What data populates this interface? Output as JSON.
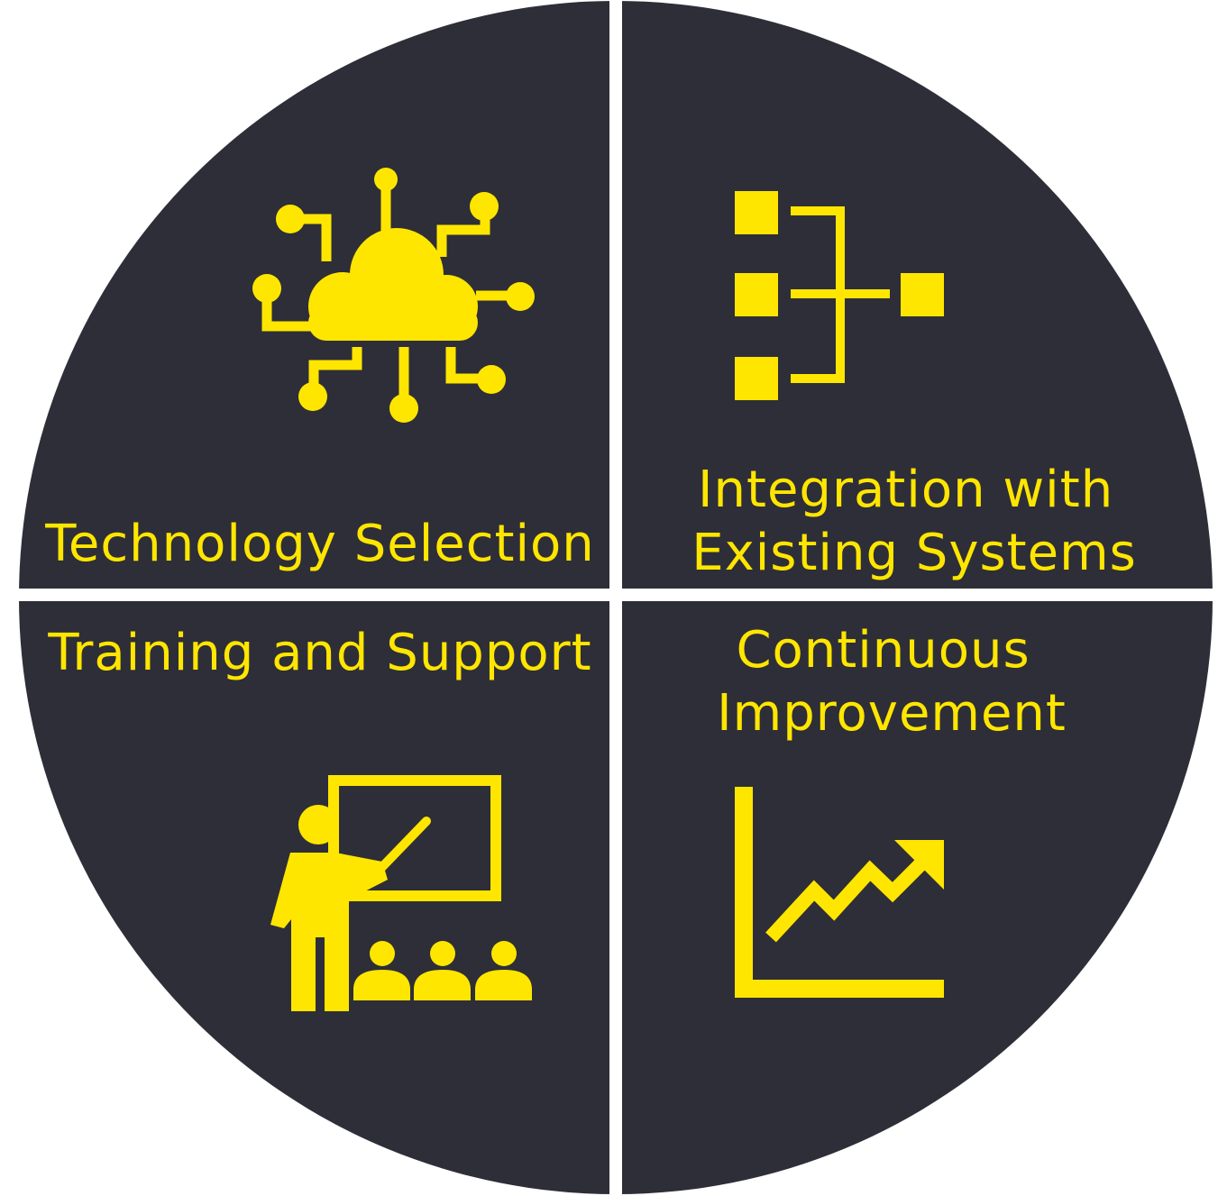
{
  "colors": {
    "background": "#ffffff",
    "circle": "#2e2e38",
    "accent": "#ffe600",
    "divider": "#ffffff"
  },
  "quadrants": [
    {
      "id": "technology-selection",
      "icon": "cloud-network-icon",
      "lines": [
        "Technology Selection"
      ]
    },
    {
      "id": "integration",
      "icon": "hierarchy-merge-icon",
      "lines": [
        "Integration with",
        "Existing Systems"
      ]
    },
    {
      "id": "training",
      "icon": "presentation-teacher-icon",
      "lines": [
        "Training and Support"
      ]
    },
    {
      "id": "improvement",
      "icon": "growth-chart-icon",
      "lines": [
        "Continuous",
        "Improvement"
      ]
    }
  ]
}
